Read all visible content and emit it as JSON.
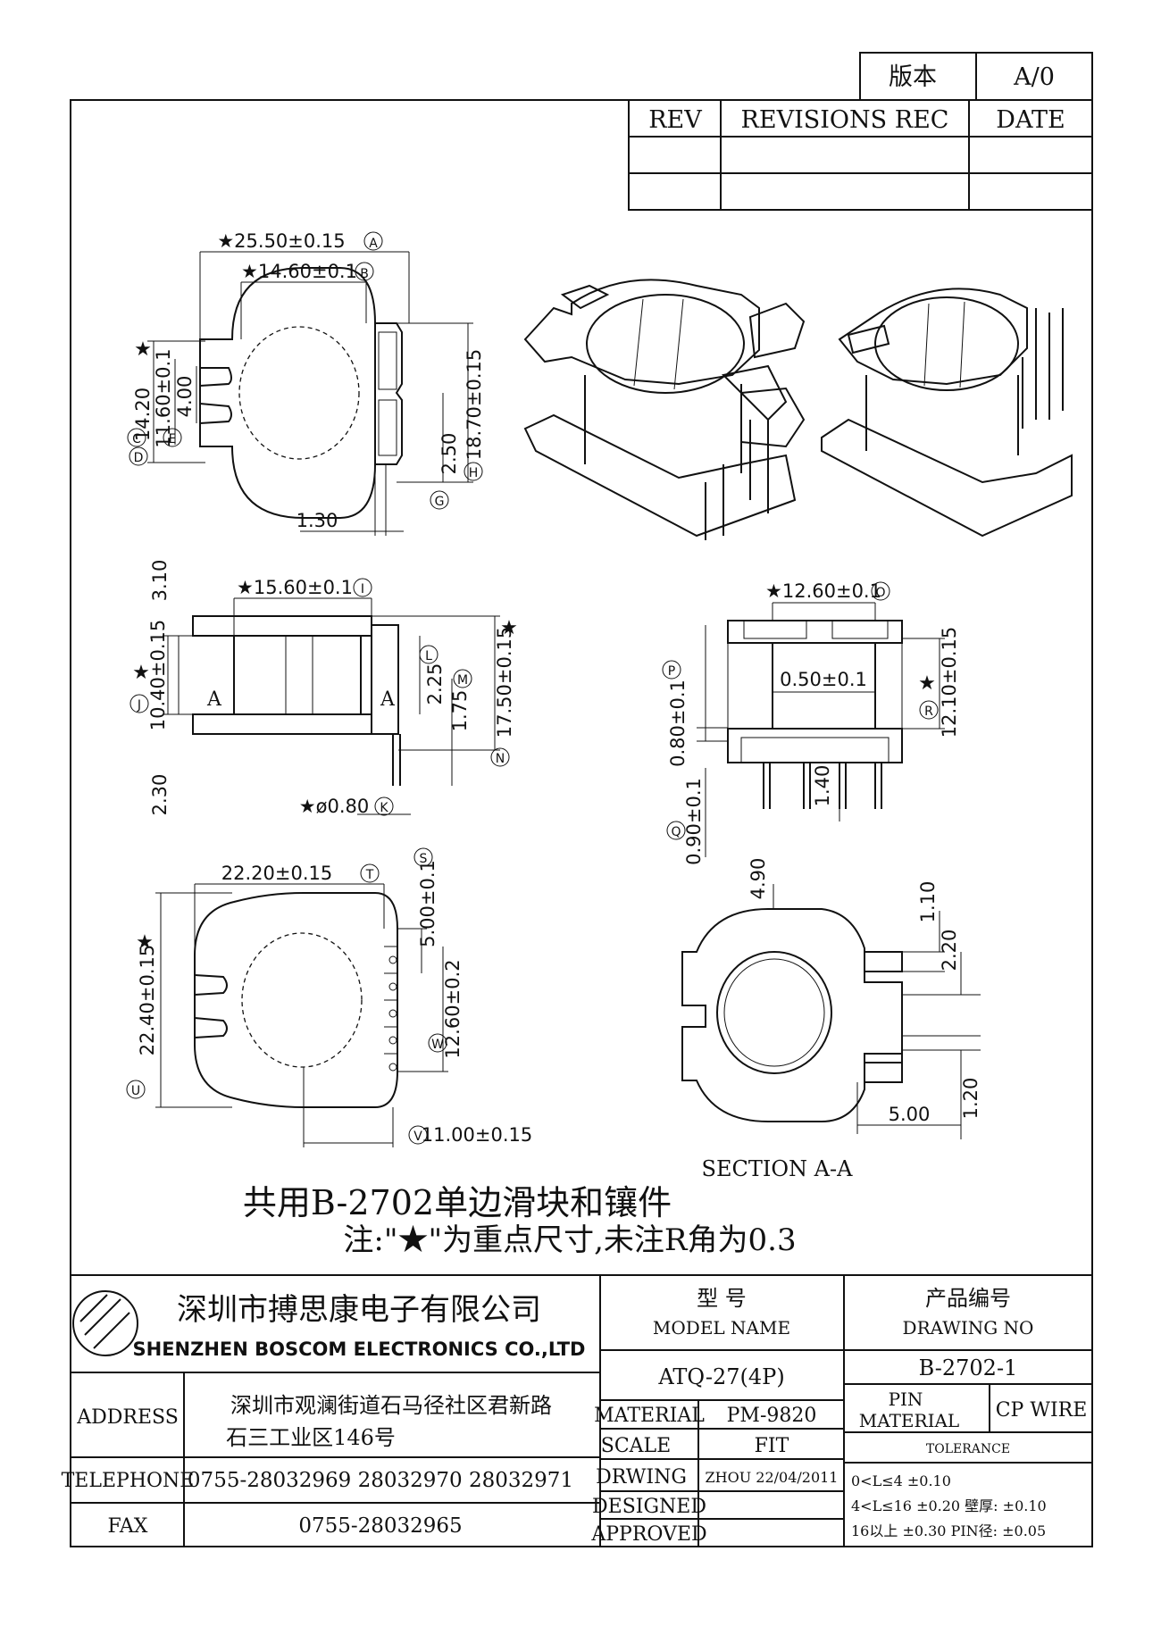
{
  "revision_box": {
    "version_label": "版本",
    "version_value": "A/0",
    "rev_header": "REV",
    "revisions_header": "REVISIONS REC",
    "date_header": "DATE"
  },
  "dims_top": {
    "a": "★25.50±0.15",
    "a_tag": "A",
    "b": "★14.60±0.1",
    "b_tag": "B",
    "c": "14.20",
    "c_tag": "C",
    "d": "11.60±0.1",
    "d_tag": "D",
    "star": "★",
    "e": "4.00",
    "e_tag": "E",
    "h": "18.70±0.15",
    "h_tag": "H",
    "g": "2.50",
    "g_tag": "G",
    "w130": "1.30"
  },
  "dims_side": {
    "i": "★15.60±0.1",
    "i_tag": "I",
    "t310": "3.10",
    "j": "10.40±0.15",
    "j_tag": "J",
    "star": "★",
    "l": "2.25",
    "l_tag": "L",
    "m": "1.75",
    "m_tag": "M",
    "n": "17.50±0.15",
    "n_tag": "N",
    "t230": "2.30",
    "k": "★ø0.80",
    "k_tag": "K",
    "section_mark": "A"
  },
  "dims_front": {
    "o": "★12.60±0.1",
    "o_tag": "O",
    "slot": "0.50±0.1",
    "p": "0.80±0.1",
    "p_tag": "P",
    "r": "12.10±0.15",
    "r_tag": "R",
    "star": "★",
    "pin": "1.40",
    "q": "0.90±0.1",
    "q_tag": "Q"
  },
  "dims_bottom": {
    "t": "22.20±0.15",
    "t_tag": "T",
    "u": "22.40±0.15",
    "u_tag": "U",
    "star": "★",
    "s": "5.00±0.1",
    "s_tag": "S",
    "w": "12.60±0.2",
    "w_tag": "W",
    "v": "11.00±0.15",
    "v_tag": "V"
  },
  "dims_section": {
    "d490": "4.90",
    "d110": "1.10",
    "d220": "2.20",
    "d500": "5.00",
    "d120": "1.20",
    "caption": "SECTION A-A"
  },
  "notes": {
    "line1": "共用B-2702单边滑块和镶件",
    "line2": "注:\"★\"为重点尺寸,未注R角为0.3"
  },
  "title_block": {
    "company_cn": "深圳市搏思康电子有限公司",
    "company_en": "SHENZHEN BOSCOM ELECTRONICS CO.,LTD",
    "address_label": "ADDRESS",
    "address_line1": "深圳市观澜街道石马径社区君新路",
    "address_line2": "石三工业区146号",
    "telephone_label": "TELEPHONE",
    "telephone_value": "0755-28032969 28032970 28032971",
    "fax_label": "FAX",
    "fax_value": "0755-28032965",
    "model_cn": "型    号",
    "model_en": "MODEL NAME",
    "model_value": "ATQ-27(4P)",
    "drawing_cn": "产品编号",
    "drawing_en": "DRAWING NO",
    "drawing_value": "B-2702-1",
    "material_label": "MATERIAL",
    "material_value": "PM-9820",
    "pin_label_1": "PIN",
    "pin_label_2": "MATERIAL",
    "pin_value": "CP WIRE",
    "scale_label": "SCALE",
    "scale_value": "FIT",
    "tolerance_label": "TOLERANCE",
    "drwing_label": "DRWING",
    "drwing_value": "ZHOU 22/04/2011",
    "designed_label": "DESIGNED",
    "approved_label": "APPROVED",
    "tol1": "0<L≤4  ±0.10",
    "tol2": "4<L≤16  ±0.20  壁厚:  ±0.10",
    "tol3": "16以上     ±0.30  PIN径: ±0.05"
  }
}
